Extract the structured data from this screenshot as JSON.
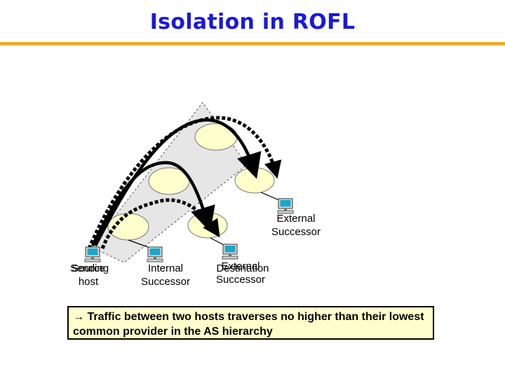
{
  "slide": {
    "title": "Isolation in ROFL"
  },
  "labels": {
    "external_successor_top": "External\nSuccessor",
    "sending_host": "Sending\nhost",
    "source_overlap": "Source",
    "internal_successor": "Internal\nSuccessor",
    "destination": "Destination",
    "external_successor_bottom": "External\nSuccessor"
  },
  "callout": {
    "text": "→ Traffic between two hosts traverses no higher than their lowest common provider in the AS hierarchy"
  },
  "colors": {
    "title": "#1a1ad6",
    "rule": "#f2a51e",
    "node_fill": "#ffffcc",
    "band_fill": "#e6e6e6",
    "callout_fill": "#ffffcc"
  },
  "icons": [
    "computer-icon"
  ]
}
